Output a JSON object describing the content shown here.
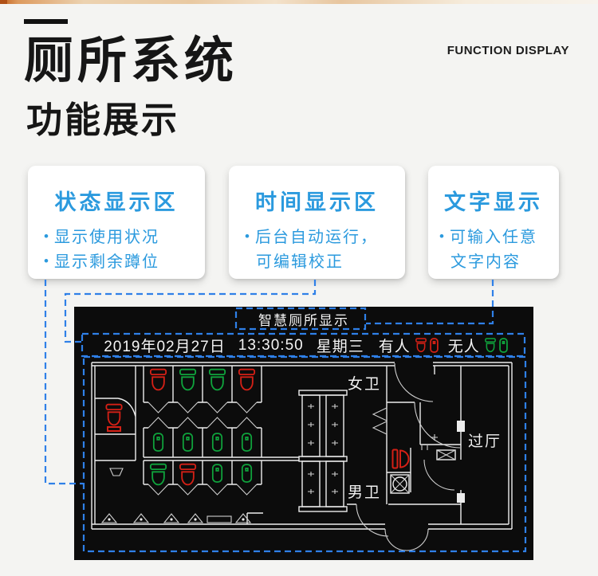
{
  "colors": {
    "page_bg": "#f4f4f2",
    "panel_bg": "#0c0c0c",
    "accent_blue": "#2b9ade",
    "dash_blue": "#2f80e8",
    "occupied_red": "#d42016",
    "vacant_green": "#0fa33c",
    "line_white": "#ededed",
    "title_black": "#161616",
    "strip_orange": "#c2601c",
    "strip_tan": "#ecd2b0"
  },
  "header": {
    "title_line1": "厕所系统",
    "title_line2": "功能展示",
    "subtitle_en": "FUNCTION DISPLAY"
  },
  "cards": [
    {
      "title": "状态显示区",
      "bullet1": "显示使用状况",
      "bullet2": "显示剩余蹲位"
    },
    {
      "title": "时间显示区",
      "bullet1": "后台自动运行，",
      "bullet1_cont": "可编辑校正"
    },
    {
      "title": "文字显示",
      "bullet1": "可输入任意",
      "bullet1_cont": "文字内容"
    }
  ],
  "panel": {
    "title": "智慧厕所显示",
    "status_bar": {
      "date": "2019年02月27日",
      "time": "13:30:50",
      "weekday": "星期三",
      "occupied_label": "有人",
      "vacant_label": "无人"
    },
    "plan": {
      "labels": {
        "womens": "女卫",
        "mens": "男卫",
        "hall": "过厅"
      },
      "fixtures": {
        "left_room_toilet": "occupied",
        "corner_toilet": "occupied",
        "women_top_row": [
          "occupied",
          "vacant",
          "vacant",
          "occupied"
        ],
        "women_squat_row": [
          "vacant",
          "vacant",
          "vacant",
          "vacant"
        ],
        "men_row": [
          "vacant",
          "occupied",
          "vacant",
          "vacant"
        ]
      }
    }
  }
}
